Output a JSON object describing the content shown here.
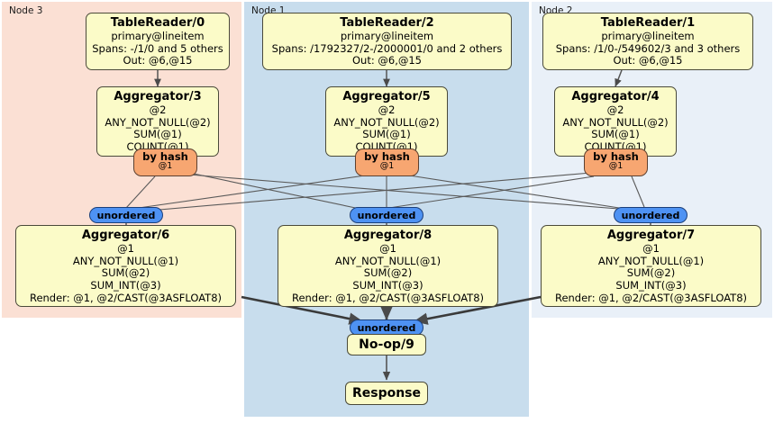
{
  "panels": [
    {
      "label": "Node 3",
      "color": "#fbe0d4"
    },
    {
      "label": "Node 1",
      "color": "#c8dded"
    },
    {
      "label": "Node 2",
      "color": "#e9f0f8"
    }
  ],
  "readers": [
    {
      "title": "TableReader/0",
      "table": "primary@lineitem",
      "spans": "Spans: -/1/0 and 5 others",
      "out": "Out: @6,@15"
    },
    {
      "title": "TableReader/2",
      "table": "primary@lineitem",
      "spans": "Spans: /1792327/2-/2000001/0 and 2 others",
      "out": "Out: @6,@15"
    },
    {
      "title": "TableReader/1",
      "table": "primary@lineitem",
      "spans": "Spans: /1/0-/549602/3 and 3 others",
      "out": "Out: @6,@15"
    }
  ],
  "local_aggregators": [
    {
      "title": "Aggregator/3",
      "group": "@2",
      "agg1": "ANY_NOT_NULL(@2)",
      "agg2": "SUM(@1)",
      "agg3": "COUNT(@1)"
    },
    {
      "title": "Aggregator/5",
      "group": "@2",
      "agg1": "ANY_NOT_NULL(@2)",
      "agg2": "SUM(@1)",
      "agg3": "COUNT(@1)"
    },
    {
      "title": "Aggregator/4",
      "group": "@2",
      "agg1": "ANY_NOT_NULL(@2)",
      "agg2": "SUM(@1)",
      "agg3": "COUNT(@1)"
    }
  ],
  "hash_routers": [
    {
      "title": "by hash",
      "column": "@1"
    },
    {
      "title": "by hash",
      "column": "@1"
    },
    {
      "title": "by hash",
      "column": "@1"
    }
  ],
  "unordered_synchronizers": [
    {
      "label": "unordered"
    },
    {
      "label": "unordered"
    },
    {
      "label": "unordered"
    },
    {
      "label": "unordered"
    }
  ],
  "final_aggregators": [
    {
      "title": "Aggregator/6",
      "group": "@1",
      "agg1": "ANY_NOT_NULL(@1)",
      "agg2": "SUM(@2)",
      "agg3": "SUM_INT(@3)",
      "render": "Render: @1, @2/CAST(@3ASFLOAT8)"
    },
    {
      "title": "Aggregator/8",
      "group": "@1",
      "agg1": "ANY_NOT_NULL(@1)",
      "agg2": "SUM(@2)",
      "agg3": "SUM_INT(@3)",
      "render": "Render: @1, @2/CAST(@3ASFLOAT8)"
    },
    {
      "title": "Aggregator/7",
      "group": "@1",
      "agg1": "ANY_NOT_NULL(@1)",
      "agg2": "SUM(@2)",
      "agg3": "SUM_INT(@3)",
      "render": "Render: @1, @2/CAST(@3ASFLOAT8)"
    }
  ],
  "noop": {
    "label": "No-op/9"
  },
  "response": {
    "label": "Response"
  },
  "colors": {
    "processor_fill": "#fbfbc8",
    "hash_fill": "#f7a671",
    "sync_fill": "#4e92f3",
    "edge": "#555555",
    "panel_node3": "#fbe0d4",
    "panel_node1": "#c8dded",
    "panel_node2": "#e9f0f8"
  }
}
